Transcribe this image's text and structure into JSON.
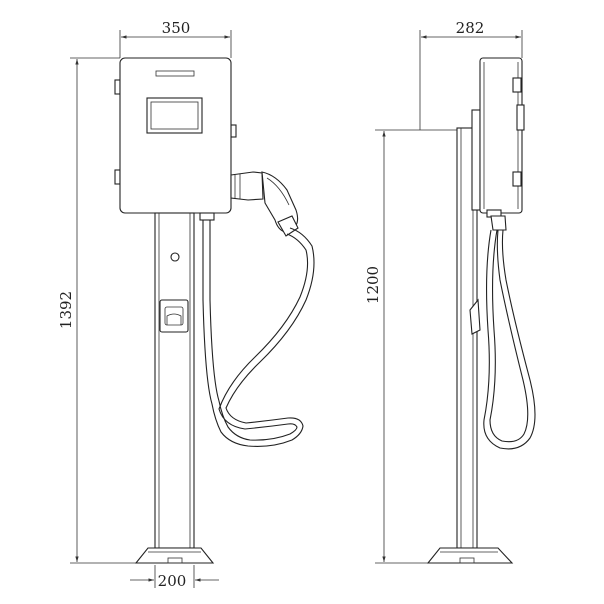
{
  "dimensions": {
    "front_width": "350",
    "front_height": "1392",
    "base_width": "200",
    "side_width": "282",
    "side_height": "1200"
  },
  "colors": {
    "line": "#222222",
    "background": "#ffffff"
  }
}
